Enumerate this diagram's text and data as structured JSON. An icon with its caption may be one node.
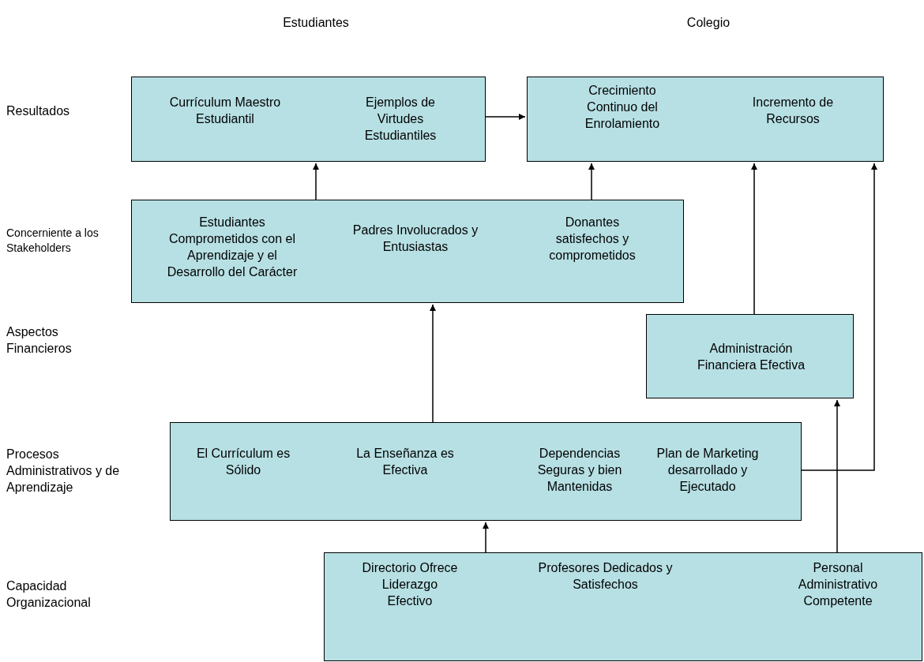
{
  "diagram": {
    "nodes": [
      {
        "text": [
          "Currículum Maestro Estudiantil",
          "Ejemplos de Virtudes Estudiantiles"
        ]
      },
      {
        "text": [
          "Crecimiento Continuo del Enrolamiento",
          "Incremento de Recursos"
        ]
      },
      {
        "text": [
          "Estudiantes Comprometidos con el Aprendizaje y el Desarrollo del Carácter",
          "Padres Involucrados y Entusiastas",
          "Donantes satisfechos y comprometidos"
        ]
      },
      {
        "text": [
          "Administración Financiera Efectiva"
        ]
      },
      {
        "text": [
          "El Currículum es Sólido",
          "La Enseñanza es Efectiva",
          "Dependencias Seguras y bien Mantenidas",
          "Plan de Marketing desarrollado y Ejecutado"
        ]
      },
      {
        "text": [
          "Directorio Ofrece Liderazgo Efectivo",
          "Profesores Dedicados y Satisfechos",
          "Personal Administrativo Competente"
        ]
      }
    ],
    "edges": [
      {
        "from": 0,
        "to": 1,
        "arrow": "to"
      },
      {
        "from": 2,
        "to": 0,
        "arrow": "to"
      },
      {
        "from": 2,
        "to": 1,
        "arrow": "to"
      },
      {
        "from": 3,
        "to": 1,
        "arrow": "to"
      },
      {
        "from": 4,
        "to": 2,
        "arrow": "to"
      },
      {
        "from": 4,
        "to": 1,
        "arrow": "to"
      },
      {
        "from": 5,
        "to": 4,
        "arrow": "to"
      },
      {
        "from": 5,
        "to": 3,
        "arrow": "to"
      }
    ],
    "labels": [
      "Estudiantes",
      "Colegio",
      "Resultados",
      "Concerniente a los Stakeholders",
      "Aspectos Financieros",
      "Procesos Administrativos y de Aprendizaje",
      "Capacidad Organizacional"
    ]
  }
}
